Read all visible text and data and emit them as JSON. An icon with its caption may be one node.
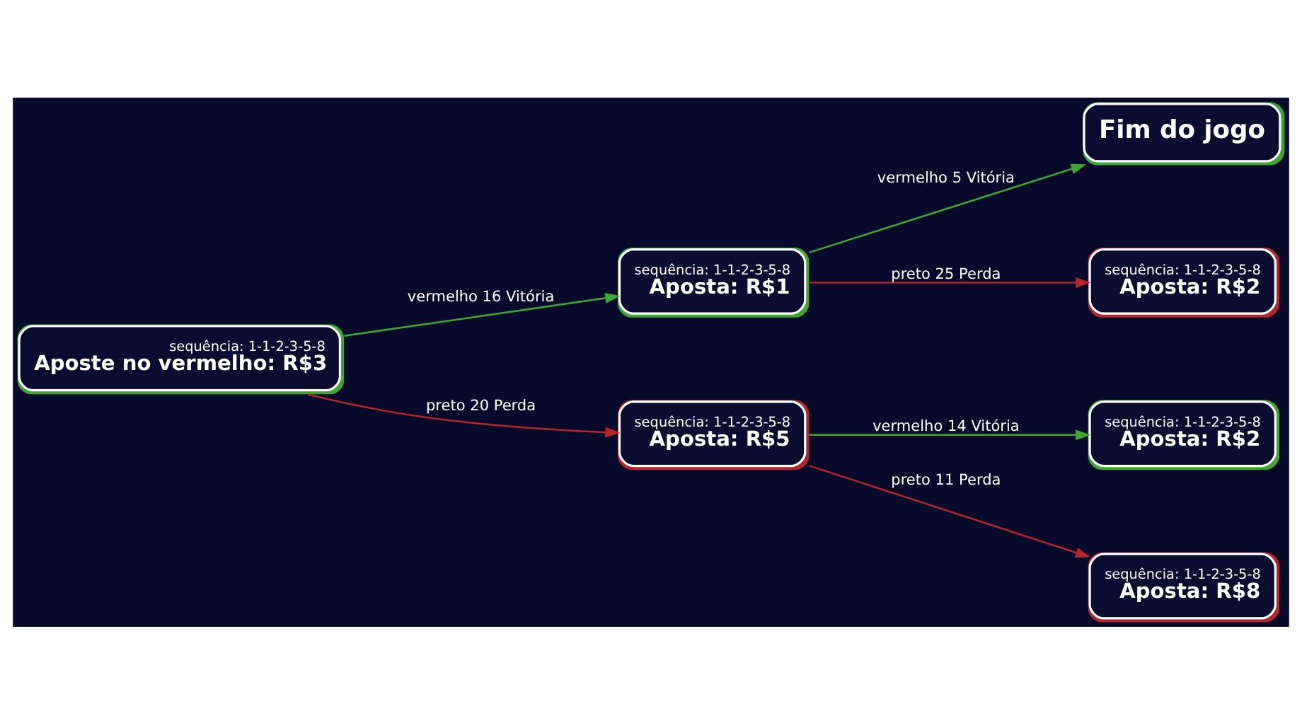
{
  "diagram": {
    "nodes": [
      {
        "text": [
          "sequência: 1-1-2-3-5-8",
          "Aposte no vermelho: R$3"
        ]
      },
      {
        "text": [
          "sequência: 1-1-2-3-5-8",
          "Aposta: R$1"
        ]
      },
      {
        "text": [
          "sequência: 1-1-2-3-5-8",
          "Aposta: R$5"
        ]
      },
      {
        "text": [
          "Fim do jogo"
        ]
      },
      {
        "text": [
          "sequência: 1-1-2-3-5-8",
          "Aposta: R$2"
        ]
      },
      {
        "text": [
          "sequência: 1-1-2-3-5-8",
          "Aposta: R$2"
        ]
      },
      {
        "text": [
          "sequência: 1-1-2-3-5-8",
          "Aposta: R$8"
        ]
      }
    ],
    "edges": [
      {
        "from": 0,
        "to": 1,
        "arrow": "to",
        "label": "vermelho 16 Vitória",
        "color": "#3fa535"
      },
      {
        "from": 0,
        "to": 2,
        "arrow": "to",
        "label": "preto 20 Perda",
        "color": "#b3262b"
      },
      {
        "from": 1,
        "to": 3,
        "arrow": "to",
        "label": "vermelho 5 Vitória",
        "color": "#3fa535"
      },
      {
        "from": 1,
        "to": 4,
        "arrow": "to",
        "label": "preto 25 Perda",
        "color": "#b3262b"
      },
      {
        "from": 2,
        "to": 5,
        "arrow": "to",
        "label": "vermelho 14 Vitória",
        "color": "#3fa535"
      },
      {
        "from": 2,
        "to": 6,
        "arrow": "to",
        "label": "preto 11 Perda",
        "color": "#b3262b"
      }
    ]
  }
}
